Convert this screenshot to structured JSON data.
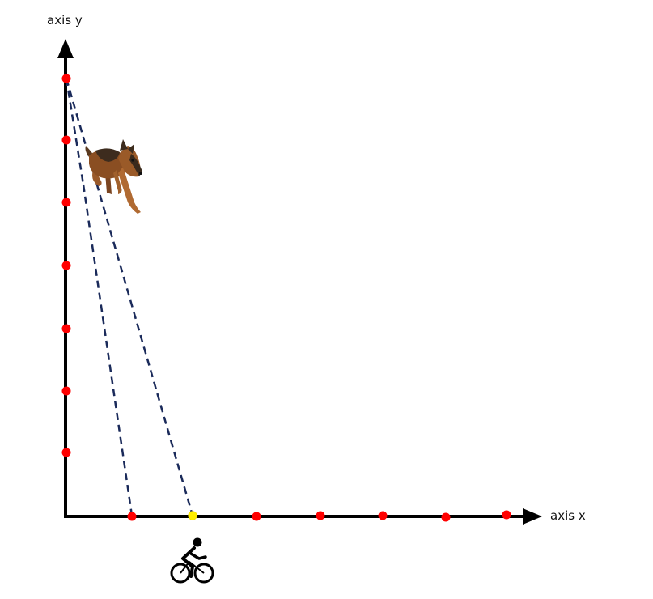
{
  "labels": {
    "y_axis": "axis y",
    "x_axis": "axis x"
  },
  "colors": {
    "axis": "#000000",
    "marker": "#ff0000",
    "highlight": "#ffee00",
    "path": "#1a2a5a",
    "dog_body": "#8a4e22",
    "dog_dark": "#3d2c1e",
    "cyclist": "#000000"
  },
  "icons": {
    "dog": "dog-image",
    "cyclist": "cyclist-icon"
  },
  "markers": {
    "y_axis_count": 7,
    "x_axis_count": 7,
    "highlighted_x_index": 1
  }
}
